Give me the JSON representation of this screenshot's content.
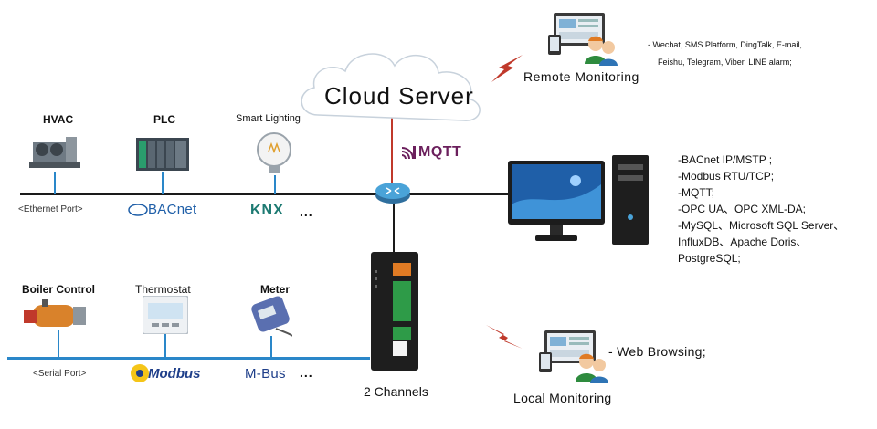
{
  "cloud": {
    "title": "Cloud Server"
  },
  "mqtt": {
    "label": "MQTT"
  },
  "remote": {
    "label": "Remote Monitoring",
    "alarms": [
      "- Wechat, SMS Platform, DingTalk, E-mail,",
      "Feishu, Telegram, Viber,  LINE alarm;"
    ]
  },
  "protocols": [
    "-BACnet IP/MSTP ;",
    "-Modbus RTU/TCP;",
    "-MQTT;",
    "-OPC UA、OPC XML-DA;",
    "-MySQL、Microsoft SQL Server、",
    "InfluxDB、Apache Doris、",
    "PostgreSQL;"
  ],
  "ethernet_devices": [
    {
      "label": "HVAC"
    },
    {
      "label": "PLC"
    },
    {
      "label": "Smart Lighting"
    }
  ],
  "ethernet_port": "<Ethernet Port>",
  "ethernet_protocols": {
    "bacnet": "BACnet",
    "knx": "KNX",
    "more": "..."
  },
  "serial_devices": [
    {
      "label": "Boiler Control"
    },
    {
      "label": "Thermostat"
    },
    {
      "label": "Meter"
    }
  ],
  "serial_port": "<Serial Port>",
  "serial_protocols": {
    "modbus": "Modbus",
    "mbus": "M-Bus",
    "more": "..."
  },
  "gateway": {
    "label": "2 Channels"
  },
  "local": {
    "label": "Local Monitoring",
    "feature": "- Web Browsing;"
  },
  "colors": {
    "line": "#1a1a1a",
    "serial_line": "#2a87c9",
    "mqtt": "#6b1f5c",
    "lightning": "#c0392b"
  }
}
